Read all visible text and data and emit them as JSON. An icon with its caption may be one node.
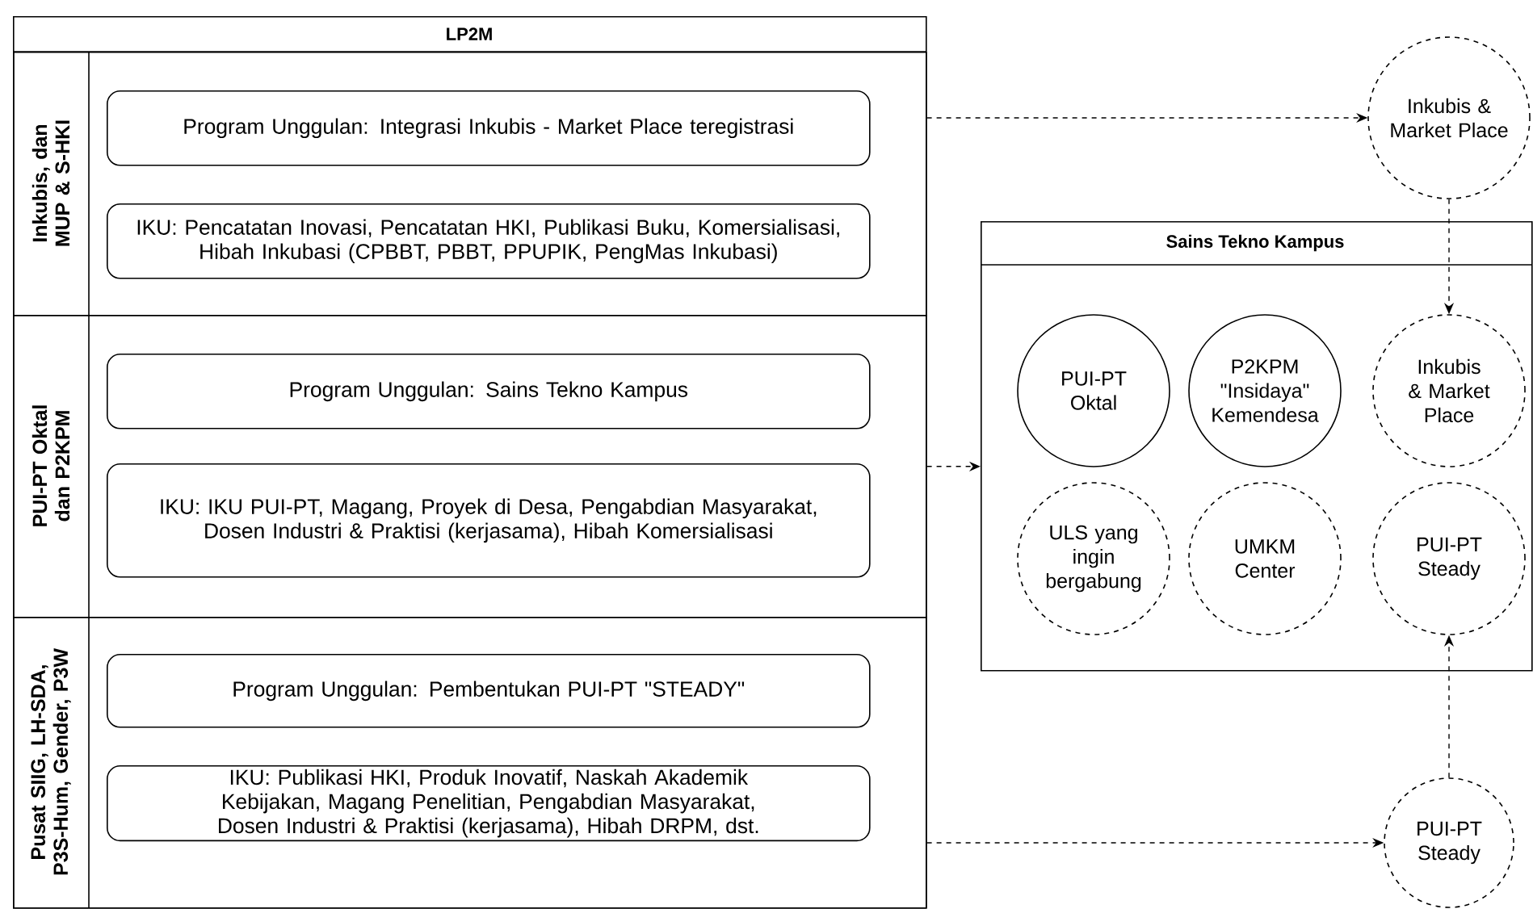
{
  "diagram": {
    "nodes": [
      {
        "text": [
          "LP2M"
        ]
      },
      {
        "text": [
          "Inkubis, dan MUP & S-HKI"
        ],
        "in": 0
      },
      {
        "text": [
          "Program Unggulan: Integrasi Inkubis - Market Place teregistrasi"
        ],
        "in": 1
      },
      {
        "text": [
          "IKU: Pencatatan Inovasi, Pencatatan HKI, Publikasi Buku, Komersialisasi, Hibah Inkubasi (CPBBT, PBBT, PPUPIK, PengMas Inkubasi)"
        ],
        "in": 1
      },
      {
        "text": [
          "PUI-PT Oktal dan P2KPM"
        ],
        "in": 0
      },
      {
        "text": [
          "Program Unggulan: Sains Tekno Kampus"
        ],
        "in": 4
      },
      {
        "text": [
          "IKU: IKU PUI-PT, Magang, Proyek di Desa, Pengabdian Masyarakat, Dosen Industri & Praktisi (kerjasama), Hibah Komersialisasi"
        ],
        "in": 4
      },
      {
        "text": [
          "Pusat SIIG, LH-SDA, P3S-Hum, Gender, P3W"
        ],
        "in": 0
      },
      {
        "text": [
          "Program Unggulan: Pembentukan PUI-PT \"STEADY\""
        ],
        "in": 7
      },
      {
        "text": [
          "IKU: Publikasi HKI, Produk Inovatif, Naskah Akademik Kebijakan, Magang Penelitian, Pengabdian Masyarakat, Dosen Industri & Praktisi (kerjasama), Hibah DRPM, dst."
        ],
        "in": 7
      },
      {
        "text": [
          "Inkubis & Market Place"
        ]
      },
      {
        "text": [
          "Sains Tekno Kampus"
        ]
      },
      {
        "text": [
          "PUI-PT Oktal"
        ],
        "in": 11
      },
      {
        "text": [
          "P2KPM \"Insidaya\" Kemendesa"
        ],
        "in": 11
      },
      {
        "text": [
          "Inkubis & Market Place"
        ],
        "in": 11
      },
      {
        "text": [
          "ULS yang ingin bergabung"
        ],
        "in": 11
      },
      {
        "text": [
          "UMKM Center"
        ],
        "in": 11
      },
      {
        "text": [
          "PUI-PT Steady"
        ],
        "in": 11
      },
      {
        "text": [
          "PUI-PT Steady"
        ]
      }
    ],
    "edges": [
      {
        "from": 1,
        "to": 10,
        "arrow": "to",
        "style": "dashed"
      },
      {
        "from": 4,
        "to": 11,
        "arrow": "to",
        "style": "dashed"
      },
      {
        "from": 7,
        "to": 18,
        "arrow": "to",
        "style": "dashed"
      },
      {
        "from": 10,
        "to": 14,
        "arrow": "to",
        "style": "dashed"
      },
      {
        "from": 18,
        "to": 17,
        "arrow": "to",
        "style": "dashed"
      }
    ]
  }
}
